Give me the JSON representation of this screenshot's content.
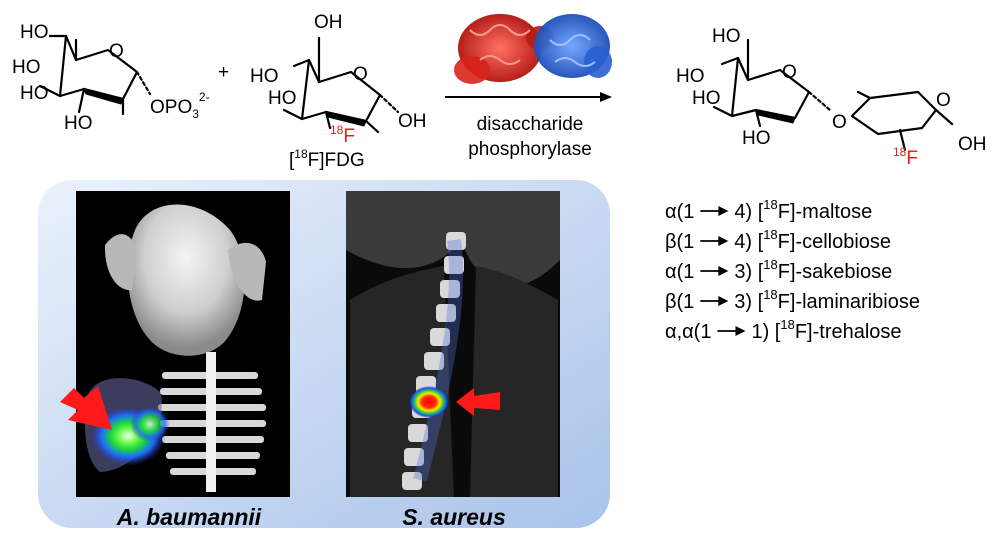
{
  "reaction": {
    "reactant1": {
      "oh_labels": [
        "HO",
        "HO",
        "HO",
        "HO"
      ],
      "phosphate": {
        "main": "OPO",
        "sub": "3",
        "sup": "2-"
      },
      "ring_o": "O"
    },
    "plus_sign": "+",
    "reactant2": {
      "oh_labels": [
        "OH",
        "HO",
        "HO",
        "OH"
      ],
      "fluorine": {
        "sup": "18",
        "el": "F"
      },
      "ring_o": "O",
      "caption": {
        "open": "[",
        "sup": "18",
        "close": "F]FDG"
      }
    },
    "enzyme": {
      "line1": "disaccharide",
      "line2": "phosphorylase"
    },
    "product": {
      "oh_labels": [
        "HO",
        "HO",
        "HO",
        "HO",
        "OH"
      ],
      "ring_o": [
        "O",
        "O",
        "O"
      ],
      "fluorine": {
        "sup": "18",
        "el": "F"
      }
    }
  },
  "imaging": {
    "panels": [
      {
        "label": "A. baumannii"
      },
      {
        "label": "S. aureus"
      }
    ],
    "colors": {
      "panel_bg_start": "#eaf1fb",
      "panel_bg_end": "#a9c3ea",
      "arrow": "#ff1a1a"
    }
  },
  "products": [
    {
      "linkage": "α(1",
      "target": "4)",
      "sup": "18",
      "name": "F]-maltose"
    },
    {
      "linkage": "β(1",
      "target": "4)",
      "sup": "18",
      "name": "F]-cellobiose"
    },
    {
      "linkage": "α(1",
      "target": "3)",
      "sup": "18",
      "name": "F]-sakebiose"
    },
    {
      "linkage": "β(1",
      "target": "3)",
      "sup": "18",
      "name": "F]-laminaribiose"
    },
    {
      "linkage": "α,α(1",
      "target": "1)",
      "sup": "18",
      "name": "F]-trehalose"
    }
  ]
}
